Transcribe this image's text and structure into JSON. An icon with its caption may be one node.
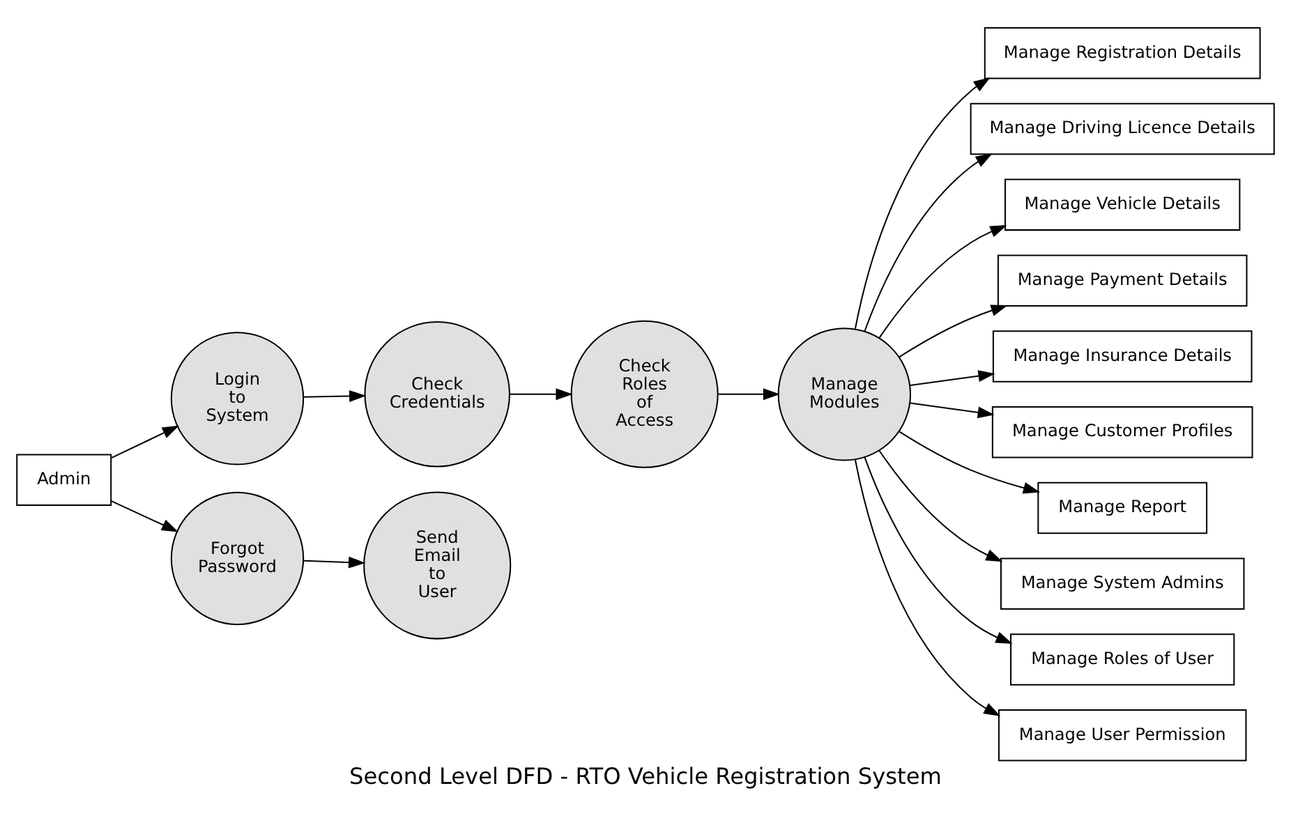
{
  "diagram": {
    "title": "Second Level DFD - RTO Vehicle Registration System",
    "nodes": [
      {
        "text": [
          "Admin"
        ]
      },
      {
        "text": [
          "Login to System"
        ]
      },
      {
        "text": [
          "Forgot Password"
        ]
      },
      {
        "text": [
          "Check Credentials"
        ]
      },
      {
        "text": [
          "Check Roles of Access"
        ]
      },
      {
        "text": [
          "Send Email to User"
        ]
      },
      {
        "text": [
          "Manage Modules"
        ]
      },
      {
        "text": [
          "Manage Registration Details"
        ]
      },
      {
        "text": [
          "Manage Driving Licence Details"
        ]
      },
      {
        "text": [
          "Manage Vehicle Details"
        ]
      },
      {
        "text": [
          "Manage Payment Details"
        ]
      },
      {
        "text": [
          "Manage Insurance Details"
        ]
      },
      {
        "text": [
          "Manage Customer Profiles"
        ]
      },
      {
        "text": [
          "Manage Report"
        ]
      },
      {
        "text": [
          "Manage System Admins"
        ]
      },
      {
        "text": [
          "Manage Roles of User"
        ]
      },
      {
        "text": [
          "Manage User Permission"
        ]
      }
    ],
    "edges": [
      {
        "from": 0,
        "to": 1,
        "arrow": "to"
      },
      {
        "from": 0,
        "to": 2,
        "arrow": "to"
      },
      {
        "from": 1,
        "to": 3,
        "arrow": "to"
      },
      {
        "from": 3,
        "to": 4,
        "arrow": "to"
      },
      {
        "from": 4,
        "to": 6,
        "arrow": "to"
      },
      {
        "from": 2,
        "to": 5,
        "arrow": "to"
      },
      {
        "from": 6,
        "to": 7,
        "arrow": "to"
      },
      {
        "from": 6,
        "to": 8,
        "arrow": "to"
      },
      {
        "from": 6,
        "to": 9,
        "arrow": "to"
      },
      {
        "from": 6,
        "to": 10,
        "arrow": "to"
      },
      {
        "from": 6,
        "to": 11,
        "arrow": "to"
      },
      {
        "from": 6,
        "to": 12,
        "arrow": "to"
      },
      {
        "from": 6,
        "to": 13,
        "arrow": "to"
      },
      {
        "from": 6,
        "to": 14,
        "arrow": "to"
      },
      {
        "from": 6,
        "to": 15,
        "arrow": "to"
      },
      {
        "from": 6,
        "to": 16,
        "arrow": "to"
      }
    ]
  }
}
